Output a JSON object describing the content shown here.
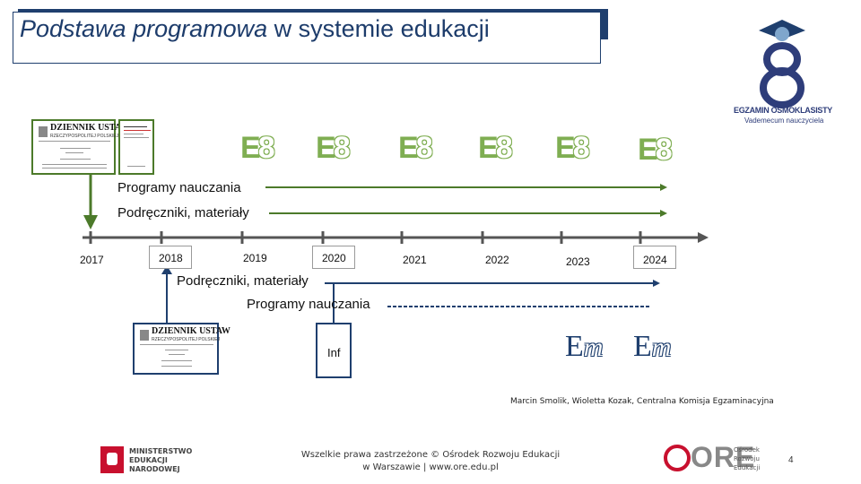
{
  "title": {
    "italic_part": "Podstawa programowa",
    "rest_part": " w systemie edukacji"
  },
  "logo_e8": {
    "name": "EGZAMIN ÓSMOKLASISTY",
    "subtitle": "Vademecum nauczyciela"
  },
  "documents": {
    "top_left_masthead": "DZIENNIK USTAW",
    "top_left_sub": "RZECZYPOSPOLITEJ POLSKIEJ",
    "bottom_masthead": "DZIENNIK USTAW",
    "bottom_sub": "RZECZYPOSPOLITEJ POLSKIEJ"
  },
  "e8_icons": [
    "E8",
    "E8",
    "E8",
    "E8",
    "E8",
    "E8"
  ],
  "upper_labels": {
    "programy": "Programy nauczania",
    "podreczniki": "Podręczniki, materiały"
  },
  "years": [
    "2017",
    "2018",
    "2019",
    "2020",
    "2021",
    "2022",
    "2023",
    "2024"
  ],
  "lower_labels": {
    "podreczniki": "Podręczniki, materiały",
    "programy": "Programy nauczania"
  },
  "inf_label": "Inf",
  "em_icons": [
    "Em",
    "Em"
  ],
  "credit": "Marcin Smolik, Wioletta Kozak, Centralna Komisja Egzaminacyjna",
  "footer": {
    "ministry_lines": [
      "MINISTERSTWO",
      "EDUKACJI",
      "NARODOWEJ"
    ],
    "rights_line1": "Wszelkie prawa zastrzeżone © Ośrodek Rozwoju Edukacji",
    "rights_line2": "w Warszawie | www.ore.edu.pl",
    "ore_text": "ORE",
    "ore_lines": [
      "Ośrodek",
      "Rozwoju",
      "Edukacji"
    ],
    "page_number": "4"
  },
  "colors": {
    "navy": "#1f3f6e",
    "green": "#4c7a2a",
    "light_green": "#7fae52",
    "timeline": "#555555"
  }
}
